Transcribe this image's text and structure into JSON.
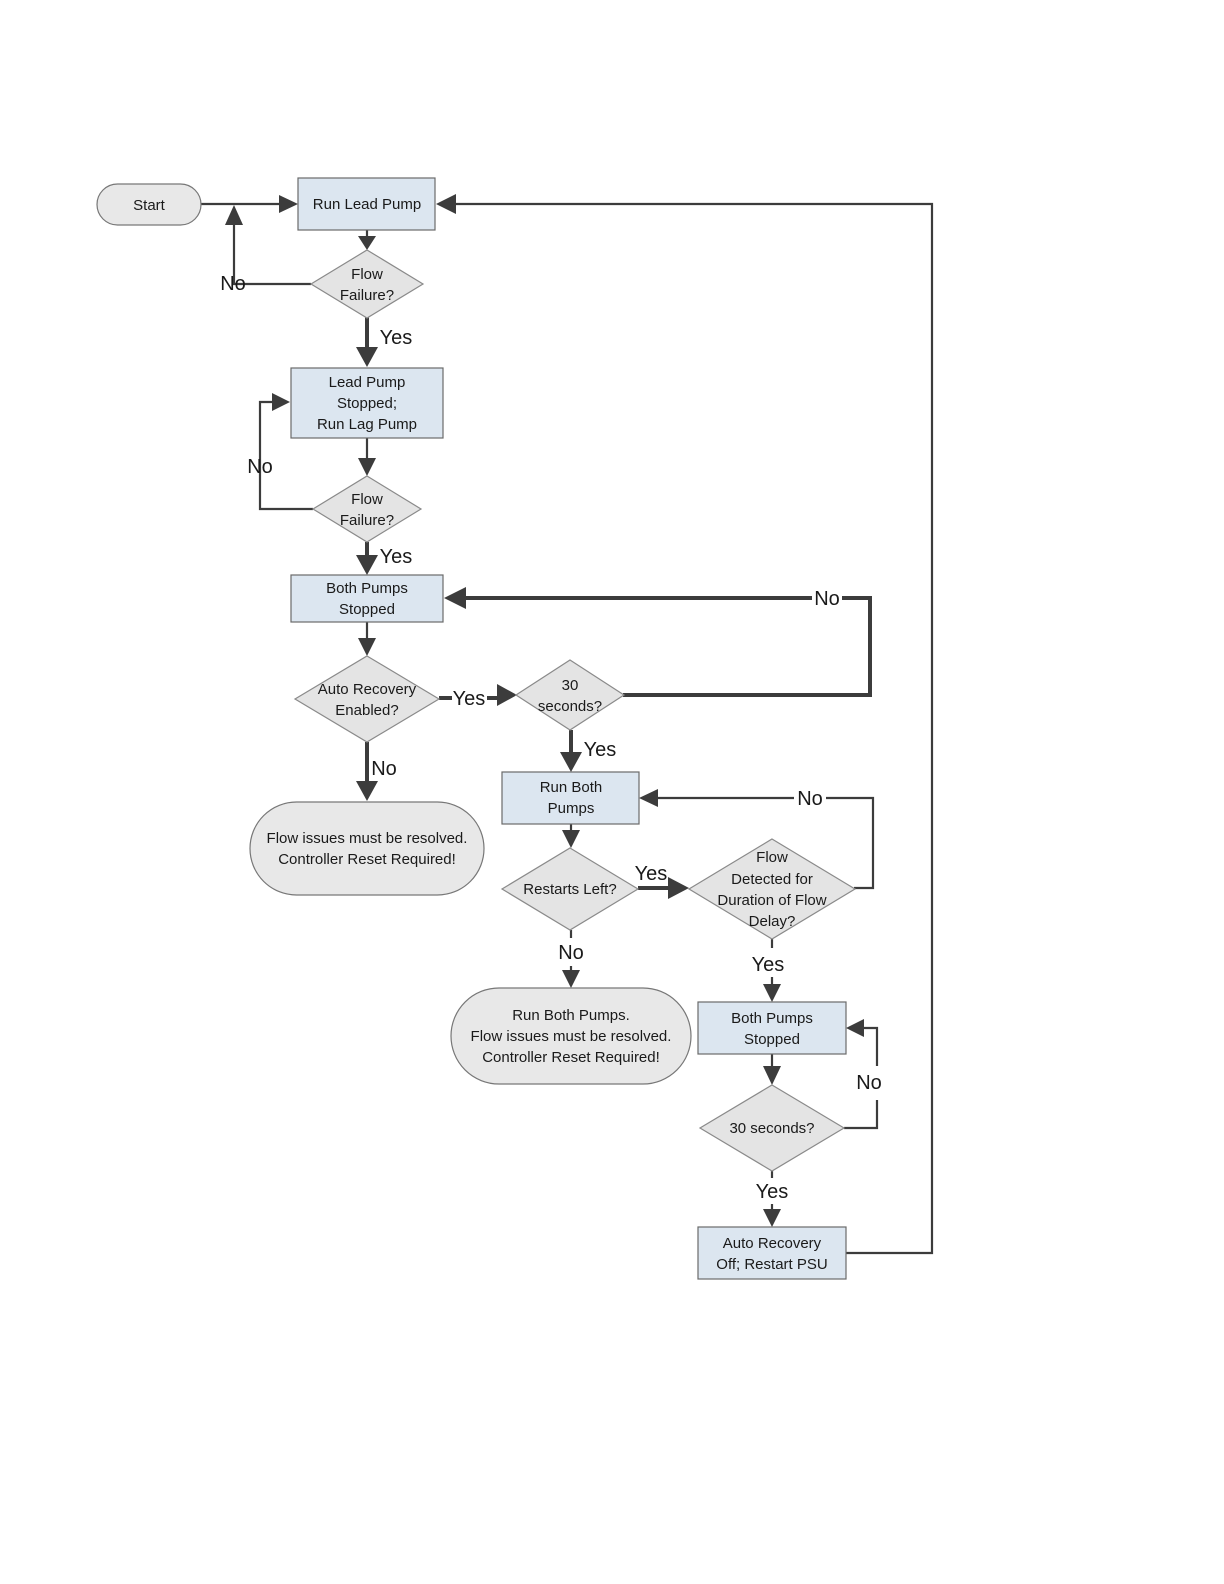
{
  "nodes": {
    "start": [
      "Start"
    ],
    "run_lead_pump": [
      "Run Lead Pump"
    ],
    "flow_failure_1": [
      "Flow",
      "Failure?"
    ],
    "lead_stopped_run_lag": [
      "Lead Pump",
      "Stopped;",
      "Run Lag Pump"
    ],
    "flow_failure_2": [
      "Flow",
      "Failure?"
    ],
    "both_pumps_stopped_1": [
      "Both Pumps",
      "Stopped"
    ],
    "auto_recovery_enabled": [
      "Auto Recovery",
      "Enabled?"
    ],
    "thirty_seconds_1": [
      "30",
      "seconds?"
    ],
    "resolve_reset": [
      "Flow issues must be resolved.",
      "Controller Reset Required!"
    ],
    "run_both_pumps": [
      "Run Both",
      "Pumps"
    ],
    "restarts_left": [
      "Restarts Left?"
    ],
    "flow_detected": [
      "Flow",
      "Detected for",
      "Duration of Flow",
      "Delay?"
    ],
    "run_both_resolve_reset": [
      "Run Both Pumps.",
      "Flow issues must be resolved.",
      "Controller Reset Required!"
    ],
    "both_pumps_stopped_2": [
      "Both Pumps",
      "Stopped"
    ],
    "thirty_seconds_2": [
      "30 seconds?"
    ],
    "auto_recovery_off": [
      "Auto Recovery",
      "Off; Restart PSU"
    ]
  },
  "edge_labels": {
    "ff1_no": "No",
    "ff1_yes": "Yes",
    "ff2_no": "No",
    "ff2_yes": "Yes",
    "are_yes": "Yes",
    "are_no": "No",
    "ts1_no": "No",
    "ts1_yes": "Yes",
    "rl_yes": "Yes",
    "rl_no": "No",
    "fd_no": "No",
    "fd_yes": "Yes",
    "ts2_no": "No",
    "ts2_yes": "Yes"
  },
  "colors": {
    "process_fill": "#dce6f0",
    "decision_fill": "#e4e4e4",
    "terminal_fill": "#e8e8e8",
    "line": "#3c3c3c"
  }
}
